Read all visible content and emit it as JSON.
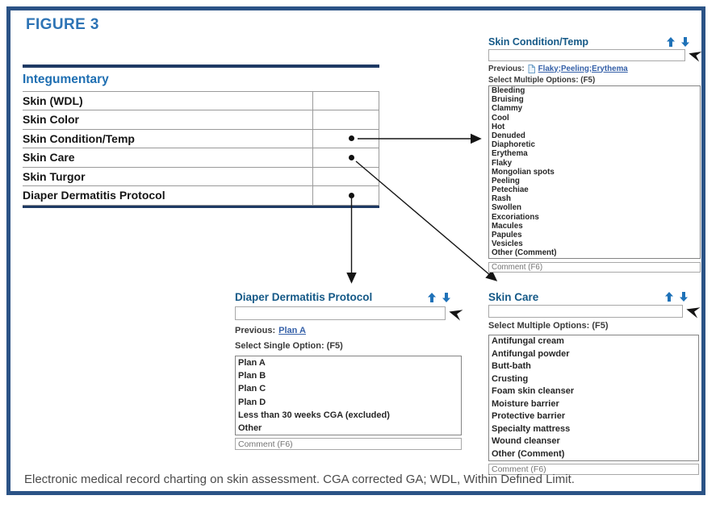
{
  "figure": {
    "label": "FIGURE 3",
    "caption": "Electronic medical record charting on skin assessment. CGA corrected GA; WDL, Within Defined Limit."
  },
  "table": {
    "header": "Integumentary",
    "rows": [
      {
        "label": "Skin (WDL)",
        "dot": false
      },
      {
        "label": "Skin Color",
        "dot": false
      },
      {
        "label": "Skin Condition/Temp",
        "dot": true
      },
      {
        "label": "Skin Care",
        "dot": true
      },
      {
        "label": "Skin Turgor",
        "dot": false
      },
      {
        "label": "Diaper Dermatitis Protocol",
        "dot": true
      }
    ]
  },
  "panels": {
    "skin_condition": {
      "title": "Skin Condition/Temp",
      "input_value": "",
      "previous_label": "Previous:",
      "previous_link": "Flaky;Peeling;Erythema",
      "select_label": "Select Multiple Options: (F5)",
      "options": [
        "Bleeding",
        "Bruising",
        "Clammy",
        "Cool",
        "Hot",
        "Denuded",
        "Diaphoretic",
        "Erythema",
        "Flaky",
        "Mongolian spots",
        "Peeling",
        "Petechiae",
        "Rash",
        "Swollen",
        "Excoriations",
        "Macules",
        "Papules",
        "Vesicles",
        "Other (Comment)"
      ],
      "comment_placeholder": "Comment (F6)"
    },
    "diaper": {
      "title": "Diaper Dermatitis Protocol",
      "input_value": "",
      "previous_label": "Previous:",
      "previous_link": "Plan A",
      "select_label": "Select Single Option: (F5)",
      "options": [
        "Plan A",
        "Plan B",
        "Plan C",
        "Plan D",
        "Less than 30 weeks CGA (excluded)",
        "Other"
      ],
      "comment_placeholder": "Comment (F6)"
    },
    "skin_care": {
      "title": "Skin Care",
      "input_value": "",
      "select_label": "Select Multiple Options: (F5)",
      "options": [
        "Antifungal cream",
        "Antifungal powder",
        "Butt-bath",
        "Crusting",
        "Foam skin cleanser",
        "Moisture barrier",
        "Protective barrier",
        "Specialty mattress",
        "Wound cleanser",
        "Other (Comment)"
      ],
      "comment_placeholder": "Comment (F6)"
    }
  },
  "icons": {
    "sort-up-icon": "↑",
    "sort-down-icon": "↓",
    "flowsheet-pointer-icon": "◄ (black arrowhead pointing left)",
    "document-icon": "page with folded corner",
    "link-dot": "●"
  },
  "colors": {
    "frame_border": "#2B5386",
    "thick_rule_navy": "#1E3A64",
    "figure_label_blue": "#2E74B5",
    "table_header_blue": "#1F6FB2",
    "panel_title_blue": "#155987",
    "link_blue": "#3560A8",
    "arrow_blue": "#1F72B8",
    "caption_gray": "#4A4A4A"
  }
}
